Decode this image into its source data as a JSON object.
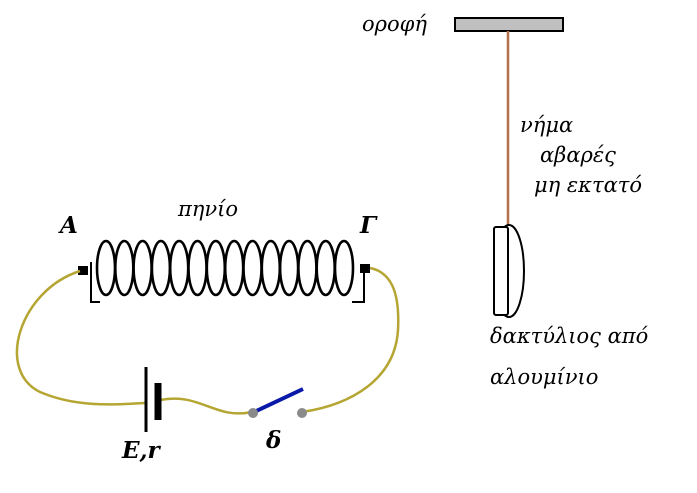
{
  "labels": {
    "ceiling": "οροφή",
    "string_line1": "νήμα",
    "string_line2": "αβαρές",
    "string_line3": "μη εκτατό",
    "coil": "πηνίο",
    "end_a": "Α",
    "end_g": "Γ",
    "battery": "Ε,r",
    "switch": "δ",
    "ring_line1": "δακτύλιος από",
    "ring_line2": "αλουμίνιο"
  },
  "colors": {
    "wire": "#b5a532",
    "string": "#b4704a",
    "ceiling": "#c0c0c0",
    "switch_blade": "#0a1aa8",
    "switch_contact": "#8a8a8a",
    "ink": "#000000"
  },
  "coil_turns": 14
}
